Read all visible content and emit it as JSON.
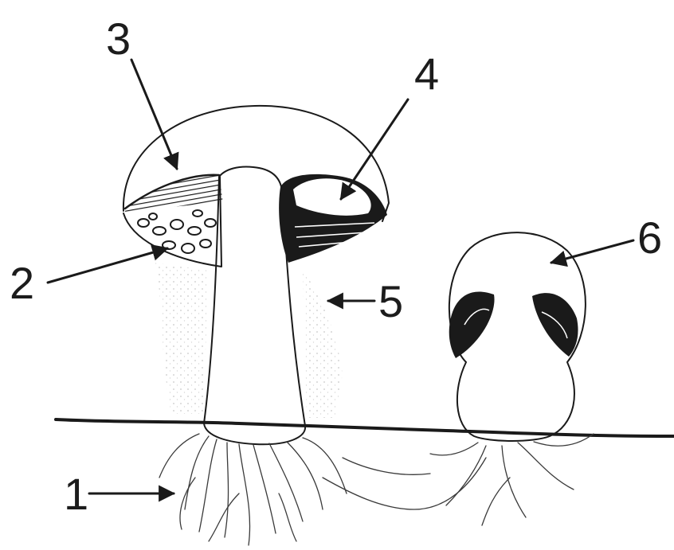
{
  "diagram": {
    "labels": [
      {
        "id": "1",
        "text": "1"
      },
      {
        "id": "2",
        "text": "2"
      },
      {
        "id": "3",
        "text": "3"
      },
      {
        "id": "4",
        "text": "4"
      },
      {
        "id": "5",
        "text": "5"
      },
      {
        "id": "6",
        "text": "6"
      }
    ],
    "colors": {
      "ink": "#1a1a1a",
      "spore_dust": "#cfcfcf",
      "background": "#ffffff"
    }
  }
}
